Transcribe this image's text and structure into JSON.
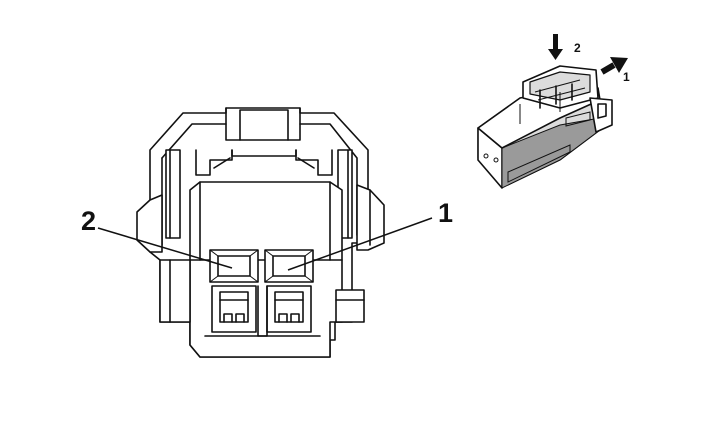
{
  "callouts": {
    "left_label": "2",
    "right_label": "1"
  },
  "inset": {
    "arrow_down_label": "2",
    "arrow_right_label": "1"
  }
}
